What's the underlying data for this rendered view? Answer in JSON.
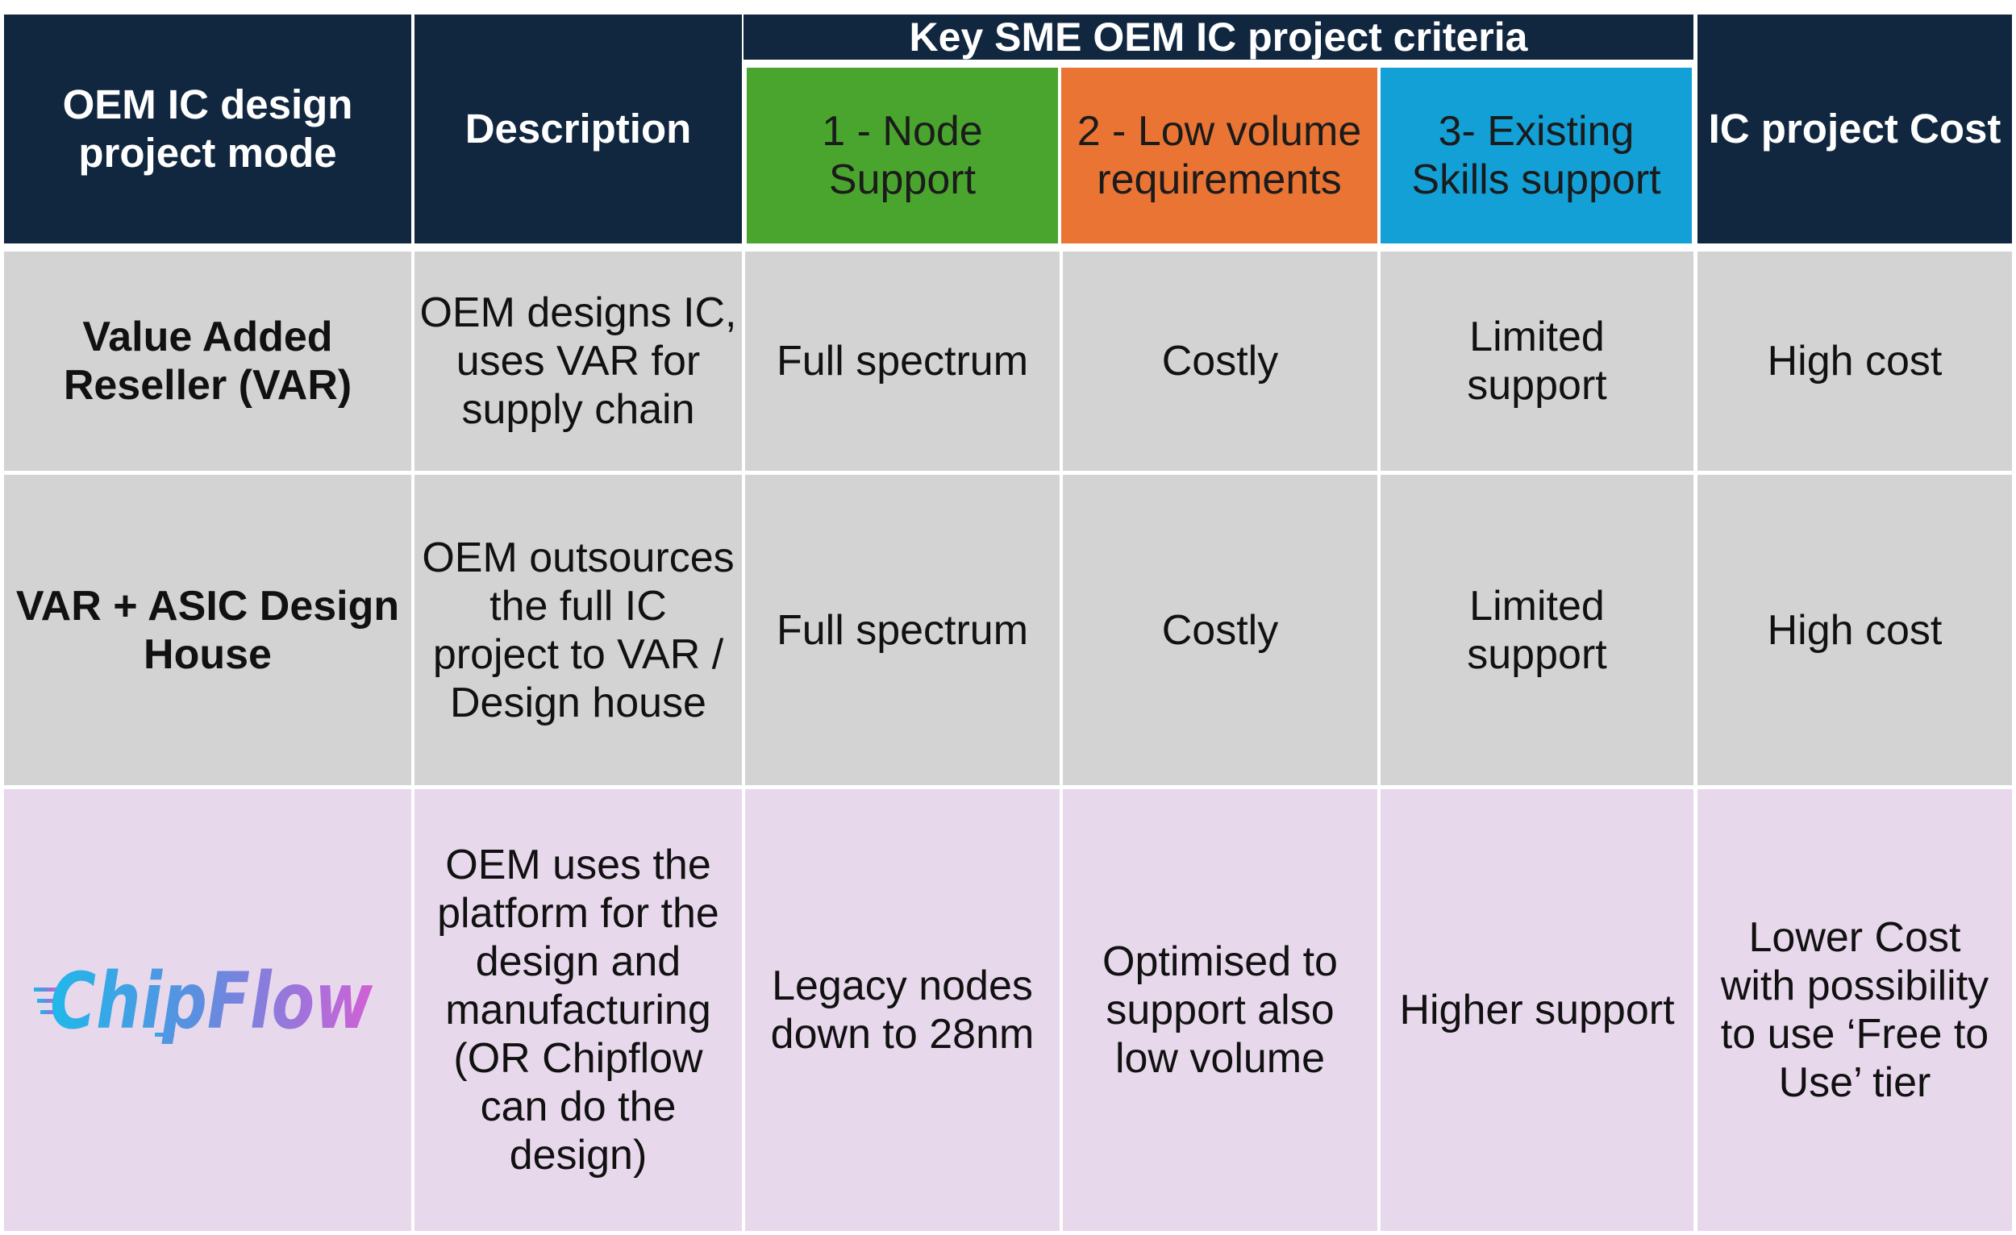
{
  "header": {
    "mode": "OEM IC design\nproject mode",
    "description": "Description",
    "criteria_group": "Key SME OEM IC project criteria",
    "criteria": [
      {
        "label": "1 - Node\nSupport",
        "color": "#4aa52e"
      },
      {
        "label": "2 - Low volume\nrequirements",
        "color": "#ea7433"
      },
      {
        "label": "3- Existing\nSkills support",
        "color": "#12a0d7"
      }
    ],
    "cost": "IC project Cost",
    "color": "#10273f"
  },
  "rows": [
    {
      "mode": "Value Added\nReseller (VAR)",
      "description": "OEM designs IC,\nuses VAR for\nsupply chain",
      "node": "Full spectrum",
      "volume": "Costly",
      "skills": "Limited\nsupport",
      "cost": "High cost",
      "color": "#d3d3d3"
    },
    {
      "mode": "VAR + ASIC Design\nHouse",
      "description": "OEM outsources\nthe full IC\nproject to VAR /\nDesign house",
      "node": "Full spectrum",
      "volume": "Costly",
      "skills": "Limited\nsupport",
      "cost": "High cost",
      "color": "#d3d3d3"
    },
    {
      "logo_text": "ChipFlow",
      "description": "OEM uses the\nplatform for the\ndesign and\nmanufacturing\n(OR Chipflow\ncan do the\ndesign)",
      "node": "Legacy nodes\ndown to 28nm",
      "volume": "Optimised to\nsupport also\nlow volume",
      "skills": "Higher support",
      "cost": "Lower Cost\nwith possibility\nto use ‘Free to\nUse’ tier",
      "color": "#e8d8ec"
    }
  ]
}
